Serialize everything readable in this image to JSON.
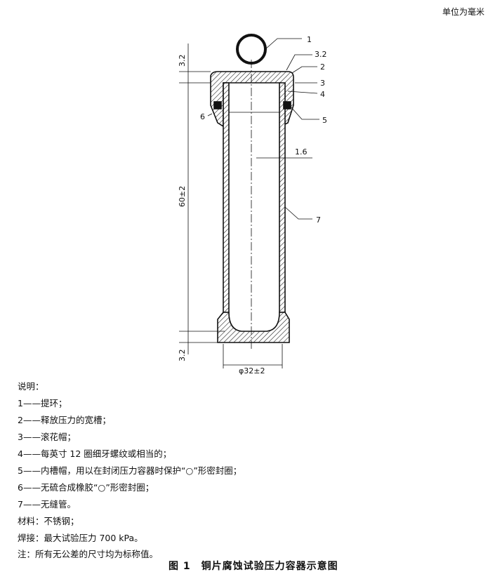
{
  "header": {
    "unit": "单位为毫米"
  },
  "diagram": {
    "labels": {
      "l1": "1",
      "l2": "2",
      "l3": "3",
      "l4": "4",
      "l5": "5",
      "l6": "6",
      "l7": "7",
      "groove": "3.2"
    },
    "dims": {
      "top": "3.2",
      "height": "60±2",
      "bottom": "3.2",
      "wall": "1.6",
      "diameter": "φ32±2"
    }
  },
  "legend": {
    "title": "说明：",
    "items": [
      "1——提环；",
      "2——释放压力的宽槽；",
      "3——滚花帽；",
      "4——每英寸 12 圈细牙螺纹或相当的；",
      "5——内槽帽，用以在封闭压力容器时保护“○”形密封圈；",
      "6——无硫合成橡胶“○”形密封圈；",
      "7——无缝管。"
    ],
    "material": "材料：不锈钢；",
    "welding": "焊接：最大试验压力 700 kPa。",
    "note": "注：所有无公差的尺寸均为标称值。"
  },
  "caption": "图 1　铜片腐蚀试验压力容器示意图"
}
